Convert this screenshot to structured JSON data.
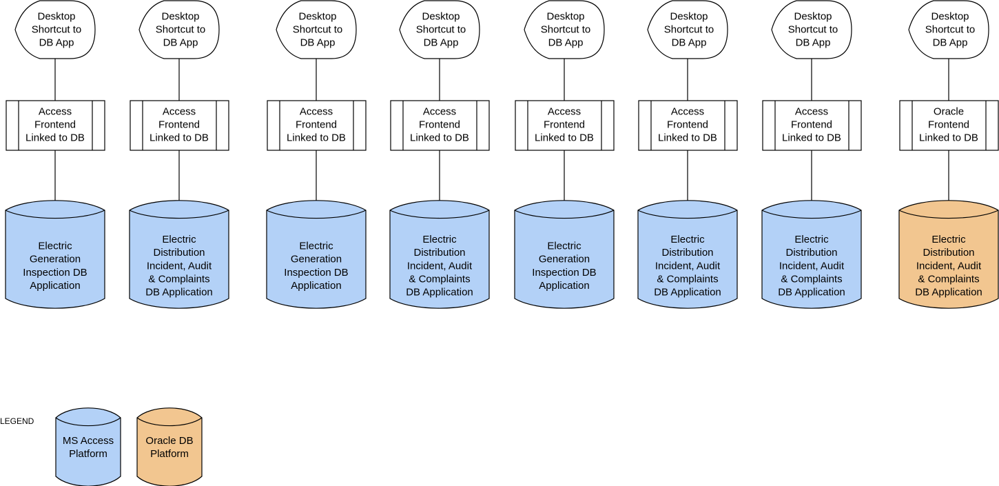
{
  "columns": [
    {
      "shortcut": [
        "Desktop",
        "Shortcut to",
        "DB App"
      ],
      "frontend": [
        "Access",
        "Frontend",
        "Linked to DB"
      ],
      "database": [
        "Electric",
        "Generation",
        "Inspection DB",
        "Application"
      ],
      "platform": "access"
    },
    {
      "shortcut": [
        "Desktop",
        "Shortcut to",
        "DB App"
      ],
      "frontend": [
        "Access",
        "Frontend",
        "Linked to DB"
      ],
      "database": [
        "Electric",
        "Distribution",
        "Incident, Audit",
        "& Complaints",
        "DB Application"
      ],
      "platform": "access"
    },
    {
      "shortcut": [
        "Desktop",
        "Shortcut to",
        "DB App"
      ],
      "frontend": [
        "Access",
        "Frontend",
        "Linked to DB"
      ],
      "database": [
        "Electric",
        "Generation",
        "Inspection DB",
        "Application"
      ],
      "platform": "access"
    },
    {
      "shortcut": [
        "Desktop",
        "Shortcut to",
        "DB App"
      ],
      "frontend": [
        "Access",
        "Frontend",
        "Linked to DB"
      ],
      "database": [
        "Electric",
        "Distribution",
        "Incident, Audit",
        "& Complaints",
        "DB Application"
      ],
      "platform": "access"
    },
    {
      "shortcut": [
        "Desktop",
        "Shortcut to",
        "DB App"
      ],
      "frontend": [
        "Access",
        "Frontend",
        "Linked to DB"
      ],
      "database": [
        "Electric",
        "Generation",
        "Inspection DB",
        "Application"
      ],
      "platform": "access"
    },
    {
      "shortcut": [
        "Desktop",
        "Shortcut to",
        "DB App"
      ],
      "frontend": [
        "Access",
        "Frontend",
        "Linked to DB"
      ],
      "database": [
        "Electric",
        "Distribution",
        "Incident, Audit",
        "& Complaints",
        "DB Application"
      ],
      "platform": "access"
    },
    {
      "shortcut": [
        "Desktop",
        "Shortcut to",
        "DB App"
      ],
      "frontend": [
        "Access",
        "Frontend",
        "Linked to DB"
      ],
      "database": [
        "Electric",
        "Distribution",
        "Incident, Audit",
        "& Complaints",
        "DB Application"
      ],
      "platform": "access"
    },
    {
      "shortcut": [
        "Desktop",
        "Shortcut to",
        "DB App"
      ],
      "frontend": [
        "Oracle",
        "Frontend",
        "Linked to DB"
      ],
      "database": [
        "Electric",
        "Distribution",
        "Incident, Audit",
        "& Complaints",
        "DB Application"
      ],
      "platform": "oracle"
    }
  ],
  "legend": {
    "title": "LEGEND",
    "items": [
      {
        "label": [
          "MS Access",
          "Platform"
        ],
        "platform": "access"
      },
      {
        "label": [
          "Oracle DB",
          "Platform"
        ],
        "platform": "oracle"
      }
    ]
  },
  "colors": {
    "access": "#b3d1f7",
    "oracle": "#f2c690",
    "stroke": "#000000",
    "shape_fill": "#ffffff"
  }
}
